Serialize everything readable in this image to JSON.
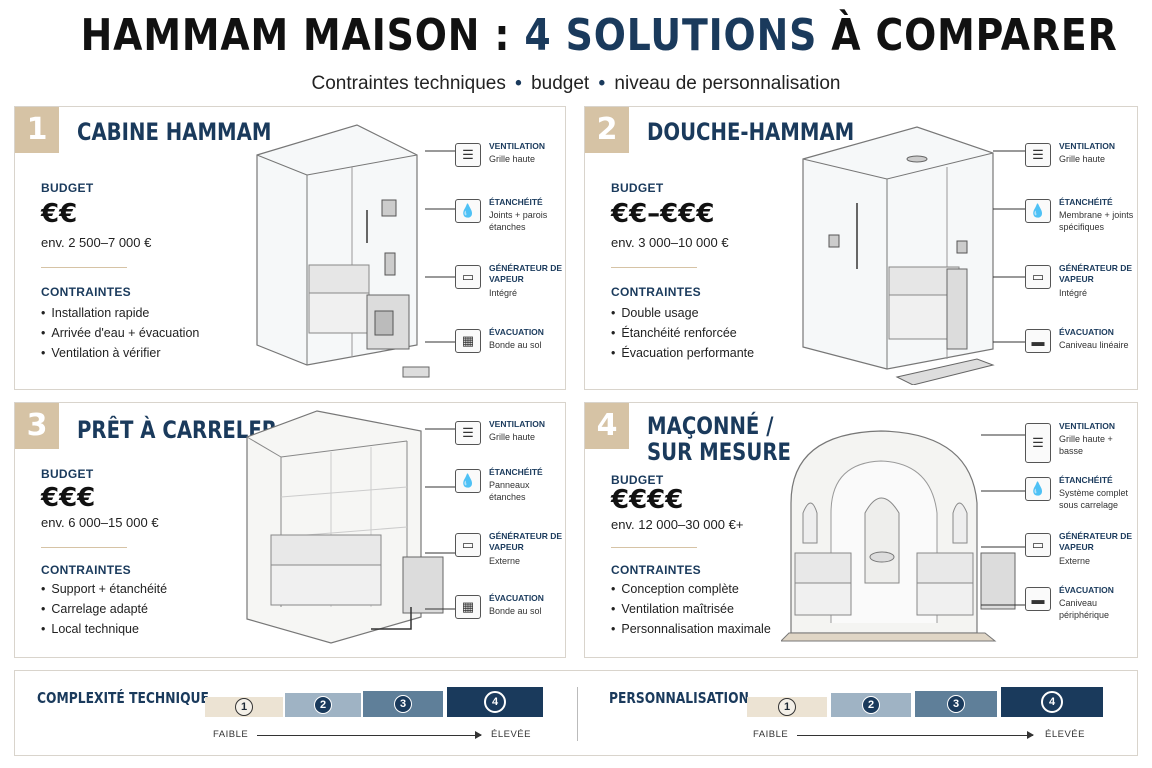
{
  "header": {
    "title_part1": "HAMMAM MAISON : ",
    "title_accent": "4 SOLUTIONS",
    "title_part2": " À COMPARER",
    "subtitle_parts": [
      "Contraintes techniques",
      "budget",
      "niveau de personnalisation"
    ],
    "subtitle_separator": "•"
  },
  "panels": [
    {
      "number": "1",
      "title": "CABINE HAMMAM",
      "budget_label": "BUDGET",
      "budget_symbol": "€€",
      "budget_range": "env. 2 500–7 000 €",
      "constraints_label": "CONTRAINTES",
      "constraints": [
        "Installation rapide",
        "Arrivée d'eau + évacuation",
        "Ventilation à vérifier"
      ],
      "features": [
        {
          "icon": "vent-icon",
          "name": "VENTILATION",
          "desc": "Grille haute"
        },
        {
          "icon": "drop-icon",
          "name": "ÉTANCHÉITÉ",
          "desc": "Joints + parois étanches"
        },
        {
          "icon": "steam-generator-icon",
          "name": "GÉNÉRATEUR DE VAPEUR",
          "desc": "Intégré"
        },
        {
          "icon": "drain-icon",
          "name": "ÉVACUATION",
          "desc": "Bonde au sol"
        }
      ]
    },
    {
      "number": "2",
      "title": "DOUCHE-HAMMAM",
      "budget_label": "BUDGET",
      "budget_symbol": "€€–€€€",
      "budget_range": "env. 3 000–10 000 €",
      "constraints_label": "CONTRAINTES",
      "constraints": [
        "Double usage",
        "Étanchéité renforcée",
        "Évacuation performante"
      ],
      "features": [
        {
          "icon": "vent-icon",
          "name": "VENTILATION",
          "desc": "Grille haute"
        },
        {
          "icon": "drop-icon",
          "name": "ÉTANCHÉITÉ",
          "desc": "Membrane + joints spécifiques"
        },
        {
          "icon": "steam-generator-icon",
          "name": "GÉNÉRATEUR DE VAPEUR",
          "desc": "Intégré"
        },
        {
          "icon": "linear-drain-icon",
          "name": "ÉVACUATION",
          "desc": "Caniveau linéaire"
        }
      ]
    },
    {
      "number": "3",
      "title": "PRÊT À CARRELER",
      "budget_label": "BUDGET",
      "budget_symbol": "€€€",
      "budget_range": "env. 6 000–15 000 €",
      "constraints_label": "CONTRAINTES",
      "constraints": [
        "Support + étanchéité",
        "Carrelage adapté",
        "Local technique"
      ],
      "features": [
        {
          "icon": "vent-icon",
          "name": "VENTILATION",
          "desc": "Grille haute"
        },
        {
          "icon": "drop-icon",
          "name": "ÉTANCHÉITÉ",
          "desc": "Panneaux étanches"
        },
        {
          "icon": "steam-generator-icon",
          "name": "GÉNÉRATEUR DE VAPEUR",
          "desc": "Externe"
        },
        {
          "icon": "drain-icon",
          "name": "ÉVACUATION",
          "desc": "Bonde au sol"
        }
      ]
    },
    {
      "number": "4",
      "title": "MAÇONNÉ / SUR MESURE",
      "budget_label": "BUDGET",
      "budget_symbol": "€€€€",
      "budget_range": "env. 12 000–30 000 €+",
      "constraints_label": "CONTRAINTES",
      "constraints": [
        "Conception complète",
        "Ventilation maîtrisée",
        "Personnalisation maximale"
      ],
      "features": [
        {
          "icon": "vent-icon",
          "name": "VENTILATION",
          "desc": "Grille haute + basse"
        },
        {
          "icon": "drop-icon",
          "name": "ÉTANCHÉITÉ",
          "desc": "Système complet sous carrelage"
        },
        {
          "icon": "steam-generator-icon",
          "name": "GÉNÉRATEUR DE VAPEUR",
          "desc": "Externe"
        },
        {
          "icon": "linear-drain-icon",
          "name": "ÉVACUATION",
          "desc": "Caniveau périphérique"
        }
      ]
    }
  ],
  "scales": [
    {
      "label": "COMPLEXITÉ TECHNIQUE",
      "steps": [
        "1",
        "2",
        "3",
        "4"
      ],
      "low": "FAIBLE",
      "high": "ÉLEVÉE"
    },
    {
      "label": "PERSONNALISATION",
      "steps": [
        "1",
        "2",
        "3",
        "4"
      ],
      "low": "FAIBLE",
      "high": "ÉLEVÉE"
    }
  ],
  "colors": {
    "navy": "#1a3a5c",
    "beige": "#d6c3a5",
    "step1": "#ece3d3",
    "step2": "#9fb3c4",
    "step3": "#5f7f99",
    "step4": "#1a3a5c"
  }
}
